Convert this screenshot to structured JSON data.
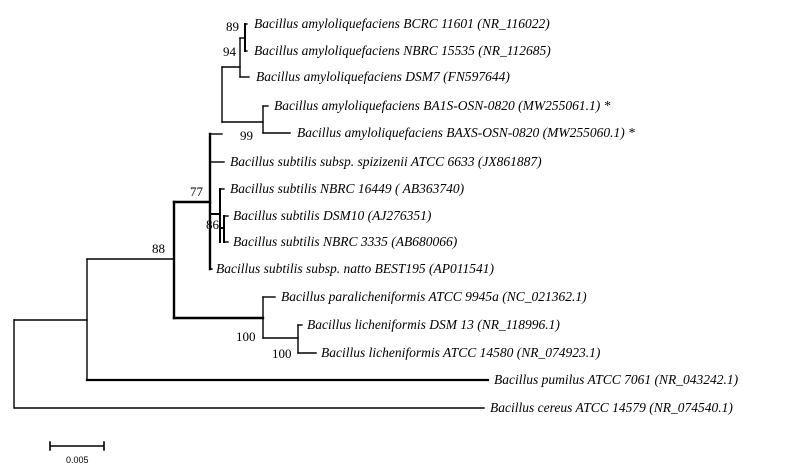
{
  "tree": {
    "taxa": [
      {
        "id": "t1",
        "label": "Bacillus amyloliquefaciens BCRC 11601 (NR_116022)"
      },
      {
        "id": "t2",
        "label": "Bacillus amyloliquefaciens NBRC 15535 (NR_112685)"
      },
      {
        "id": "t3",
        "label": "Bacillus amyloliquefaciens DSM7 (FN597644)"
      },
      {
        "id": "t4",
        "label": "Bacillus amyloliquefaciens BA1S-OSN-0820 (MW255061.1) *"
      },
      {
        "id": "t5",
        "label": "Bacillus amyloliquefaciens BAXS-OSN-0820 (MW255060.1) *"
      },
      {
        "id": "t6",
        "label": "Bacillus subtilis subsp. spizizenii ATCC 6633 (JX861887)"
      },
      {
        "id": "t7",
        "label": "Bacillus subtilis NBRC 16449 ( AB363740)"
      },
      {
        "id": "t8",
        "label": "Bacillus subtilis DSM10 (AJ276351)"
      },
      {
        "id": "t9",
        "label": "Bacillus subtilis NBRC 3335 (AB680066)"
      },
      {
        "id": "t10",
        "label": "Bacillus subtilis subsp. natto BEST195 (AP011541)"
      },
      {
        "id": "t11",
        "label": "Bacillus paralicheniformis ATCC 9945a (NC_021362.1)"
      },
      {
        "id": "t12",
        "label": "Bacillus licheniformis DSM 13 (NR_118996.1)"
      },
      {
        "id": "t13",
        "label": "Bacillus licheniformis ATCC 14580 (NR_074923.1)"
      },
      {
        "id": "t14",
        "label": "Bacillus pumilus ATCC 7061 (NR_043242.1)"
      },
      {
        "id": "t15",
        "label": "Bacillus cereus ATCC 14579 (NR_074540.1)"
      }
    ],
    "bootstrap": {
      "b89": "89",
      "b94": "94",
      "b99": "99",
      "b77": "77",
      "b86": "86",
      "b88": "88",
      "b100a": "100",
      "b100b": "100"
    },
    "scale_bar": "0.005"
  }
}
